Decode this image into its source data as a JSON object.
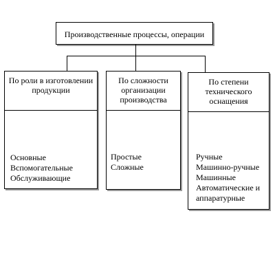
{
  "root": {
    "title": "Производственные процессы, операции"
  },
  "columns": [
    {
      "header": [
        "По роли в изготовлении",
        "продукции"
      ],
      "items": [
        "Основные",
        "Вспомогательные",
        "Обслуживающие"
      ]
    },
    {
      "header": [
        "По сложности",
        "организации",
        "производства"
      ],
      "items": [
        "Простые",
        "Сложные"
      ]
    },
    {
      "header": [
        "По степени",
        "технического",
        "оснащения"
      ],
      "items": [
        "Ручные",
        "Машинно-ручные",
        "Машинные",
        "Автоматические и",
        "аппаратурные"
      ]
    }
  ]
}
